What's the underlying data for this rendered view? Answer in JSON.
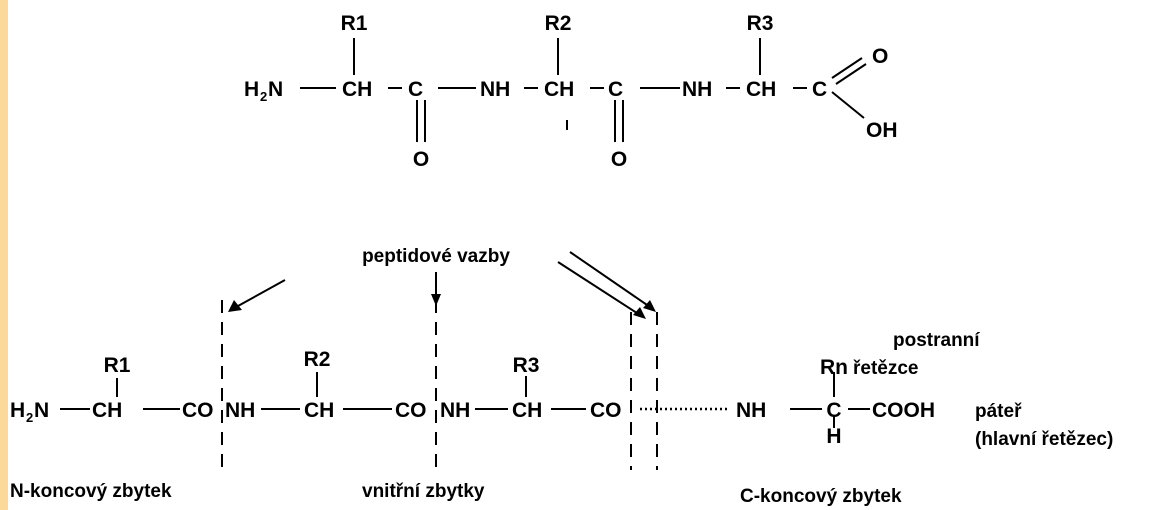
{
  "colors": {
    "accent_bar": "#FBD99A",
    "ink": "#000000",
    "background": "#FFFFFF"
  },
  "top_formula": {
    "side_chains": [
      "R1",
      "R2",
      "R3"
    ],
    "amino_group": {
      "main": "H",
      "sub": "2",
      "tail": "N"
    },
    "groups": [
      "CH",
      "C",
      "NH",
      "CH",
      "C",
      "NH",
      "CH",
      "C"
    ],
    "carbonyl_oxygens": [
      "O",
      "O",
      "O"
    ],
    "hydroxyl": "OH"
  },
  "bottom_formula": {
    "side_chains": [
      "R1",
      "R2",
      "R3",
      "Rn"
    ],
    "amino_group": {
      "main": "H",
      "sub": "2",
      "tail": "N"
    },
    "groups": [
      "CH",
      "CO",
      "NH",
      "CH",
      "CO",
      "NH",
      "CH",
      "CO",
      "NH",
      "C",
      "H",
      "COOH"
    ]
  },
  "labels": {
    "peptide_bonds": "peptidové vazby",
    "side_chains": [
      "postranní",
      "řetězce"
    ],
    "backbone": [
      "páteř",
      "(hlavní řetězec)"
    ],
    "n_terminal": "N-koncový zbytek",
    "internal": "vnitřní zbytky",
    "c_terminal": "C-koncový zbytek"
  }
}
